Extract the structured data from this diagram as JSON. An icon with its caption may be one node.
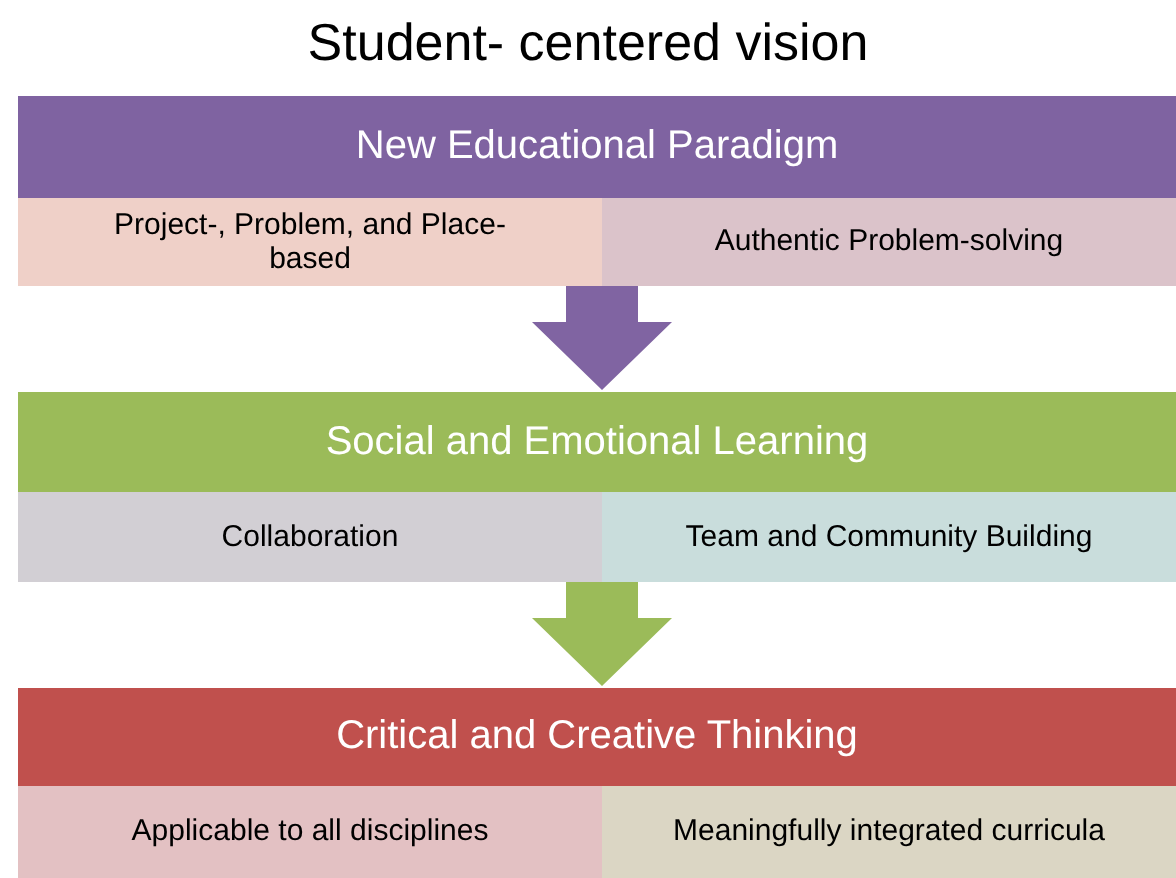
{
  "diagram": {
    "title": "Student- centered vision",
    "nodes": [
      {
        "text": [
          "New Educational Paradigm"
        ]
      },
      {
        "text": [
          "Project-, Problem, and Place-based"
        ]
      },
      {
        "text": [
          "Authentic Problem-solving"
        ]
      },
      {
        "text": [
          "Social and Emotional Learning"
        ]
      },
      {
        "text": [
          "Collaboration"
        ]
      },
      {
        "text": [
          "Team and Community Building"
        ]
      },
      {
        "text": [
          "Critical and Creative Thinking"
        ]
      },
      {
        "text": [
          "Applicable to all disciplines"
        ]
      },
      {
        "text": [
          "Meaningfully integrated curricula"
        ]
      }
    ],
    "edges": [
      {
        "from": 0,
        "to": 3,
        "arrow": "to",
        "color": "#8064a2"
      },
      {
        "from": 3,
        "to": 6,
        "arrow": "to",
        "color": "#9bbb59"
      }
    ]
  }
}
